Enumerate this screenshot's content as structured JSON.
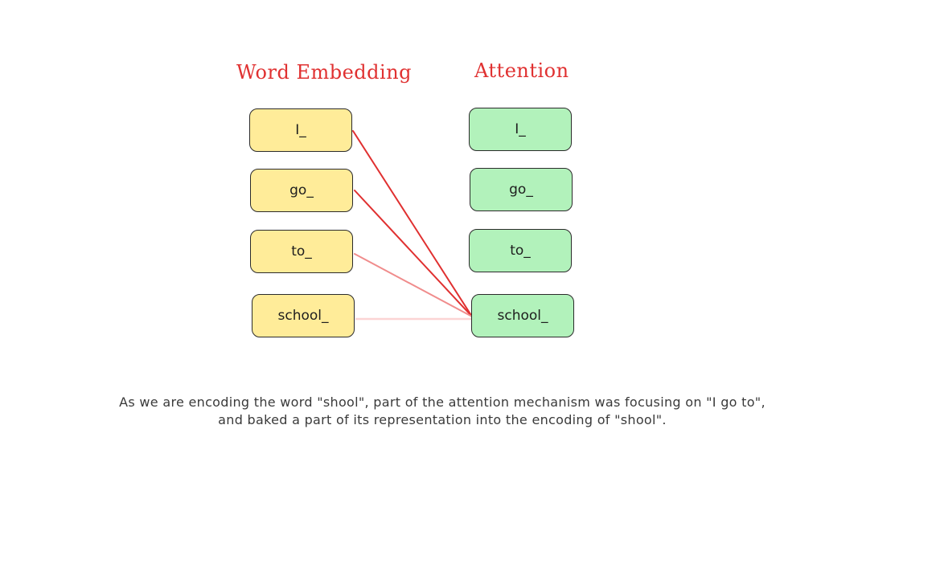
{
  "headings": {
    "left": "Word Embedding",
    "right": "Attention"
  },
  "embedding_tokens": [
    "I_",
    "go_",
    "to_",
    "school_"
  ],
  "attention_tokens": [
    "I_",
    "go_",
    "to_",
    "school_"
  ],
  "colors": {
    "heading": "#e03131",
    "embedding_fill": "#ffec99",
    "attention_fill": "#b2f2bb",
    "attention_strong": "#e03131",
    "attention_medium": "#f08c8c",
    "attention_weak": "#fcd4d4"
  },
  "attention_links": [
    {
      "from_token": "I_",
      "to_token": "school_",
      "strength": "strong"
    },
    {
      "from_token": "go_",
      "to_token": "school_",
      "strength": "strong"
    },
    {
      "from_token": "to_",
      "to_token": "school_",
      "strength": "medium"
    },
    {
      "from_token": "school_",
      "to_token": "school_",
      "strength": "weak"
    }
  ],
  "caption": {
    "line1": "As we are encoding the word \"shool\", part of the attention mechanism was focusing on \"I go to\",",
    "line2": "and baked a part of its representation into the encoding of \"shool\"."
  }
}
